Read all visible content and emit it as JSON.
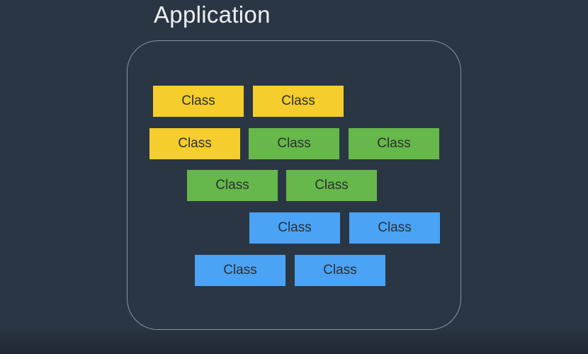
{
  "title": "Application",
  "colors": {
    "yellow": "#f5cd2c",
    "green": "#67b84a",
    "blue": "#4aa3f4"
  },
  "classes": [
    {
      "label": "Class",
      "color": "yellow"
    },
    {
      "label": "Class",
      "color": "yellow"
    },
    {
      "label": "Class",
      "color": "yellow"
    },
    {
      "label": "Class",
      "color": "green"
    },
    {
      "label": "Class",
      "color": "green"
    },
    {
      "label": "Class",
      "color": "green"
    },
    {
      "label": "Class",
      "color": "green"
    },
    {
      "label": "Class",
      "color": "blue"
    },
    {
      "label": "Class",
      "color": "blue"
    },
    {
      "label": "Class",
      "color": "blue"
    },
    {
      "label": "Class",
      "color": "blue"
    }
  ]
}
